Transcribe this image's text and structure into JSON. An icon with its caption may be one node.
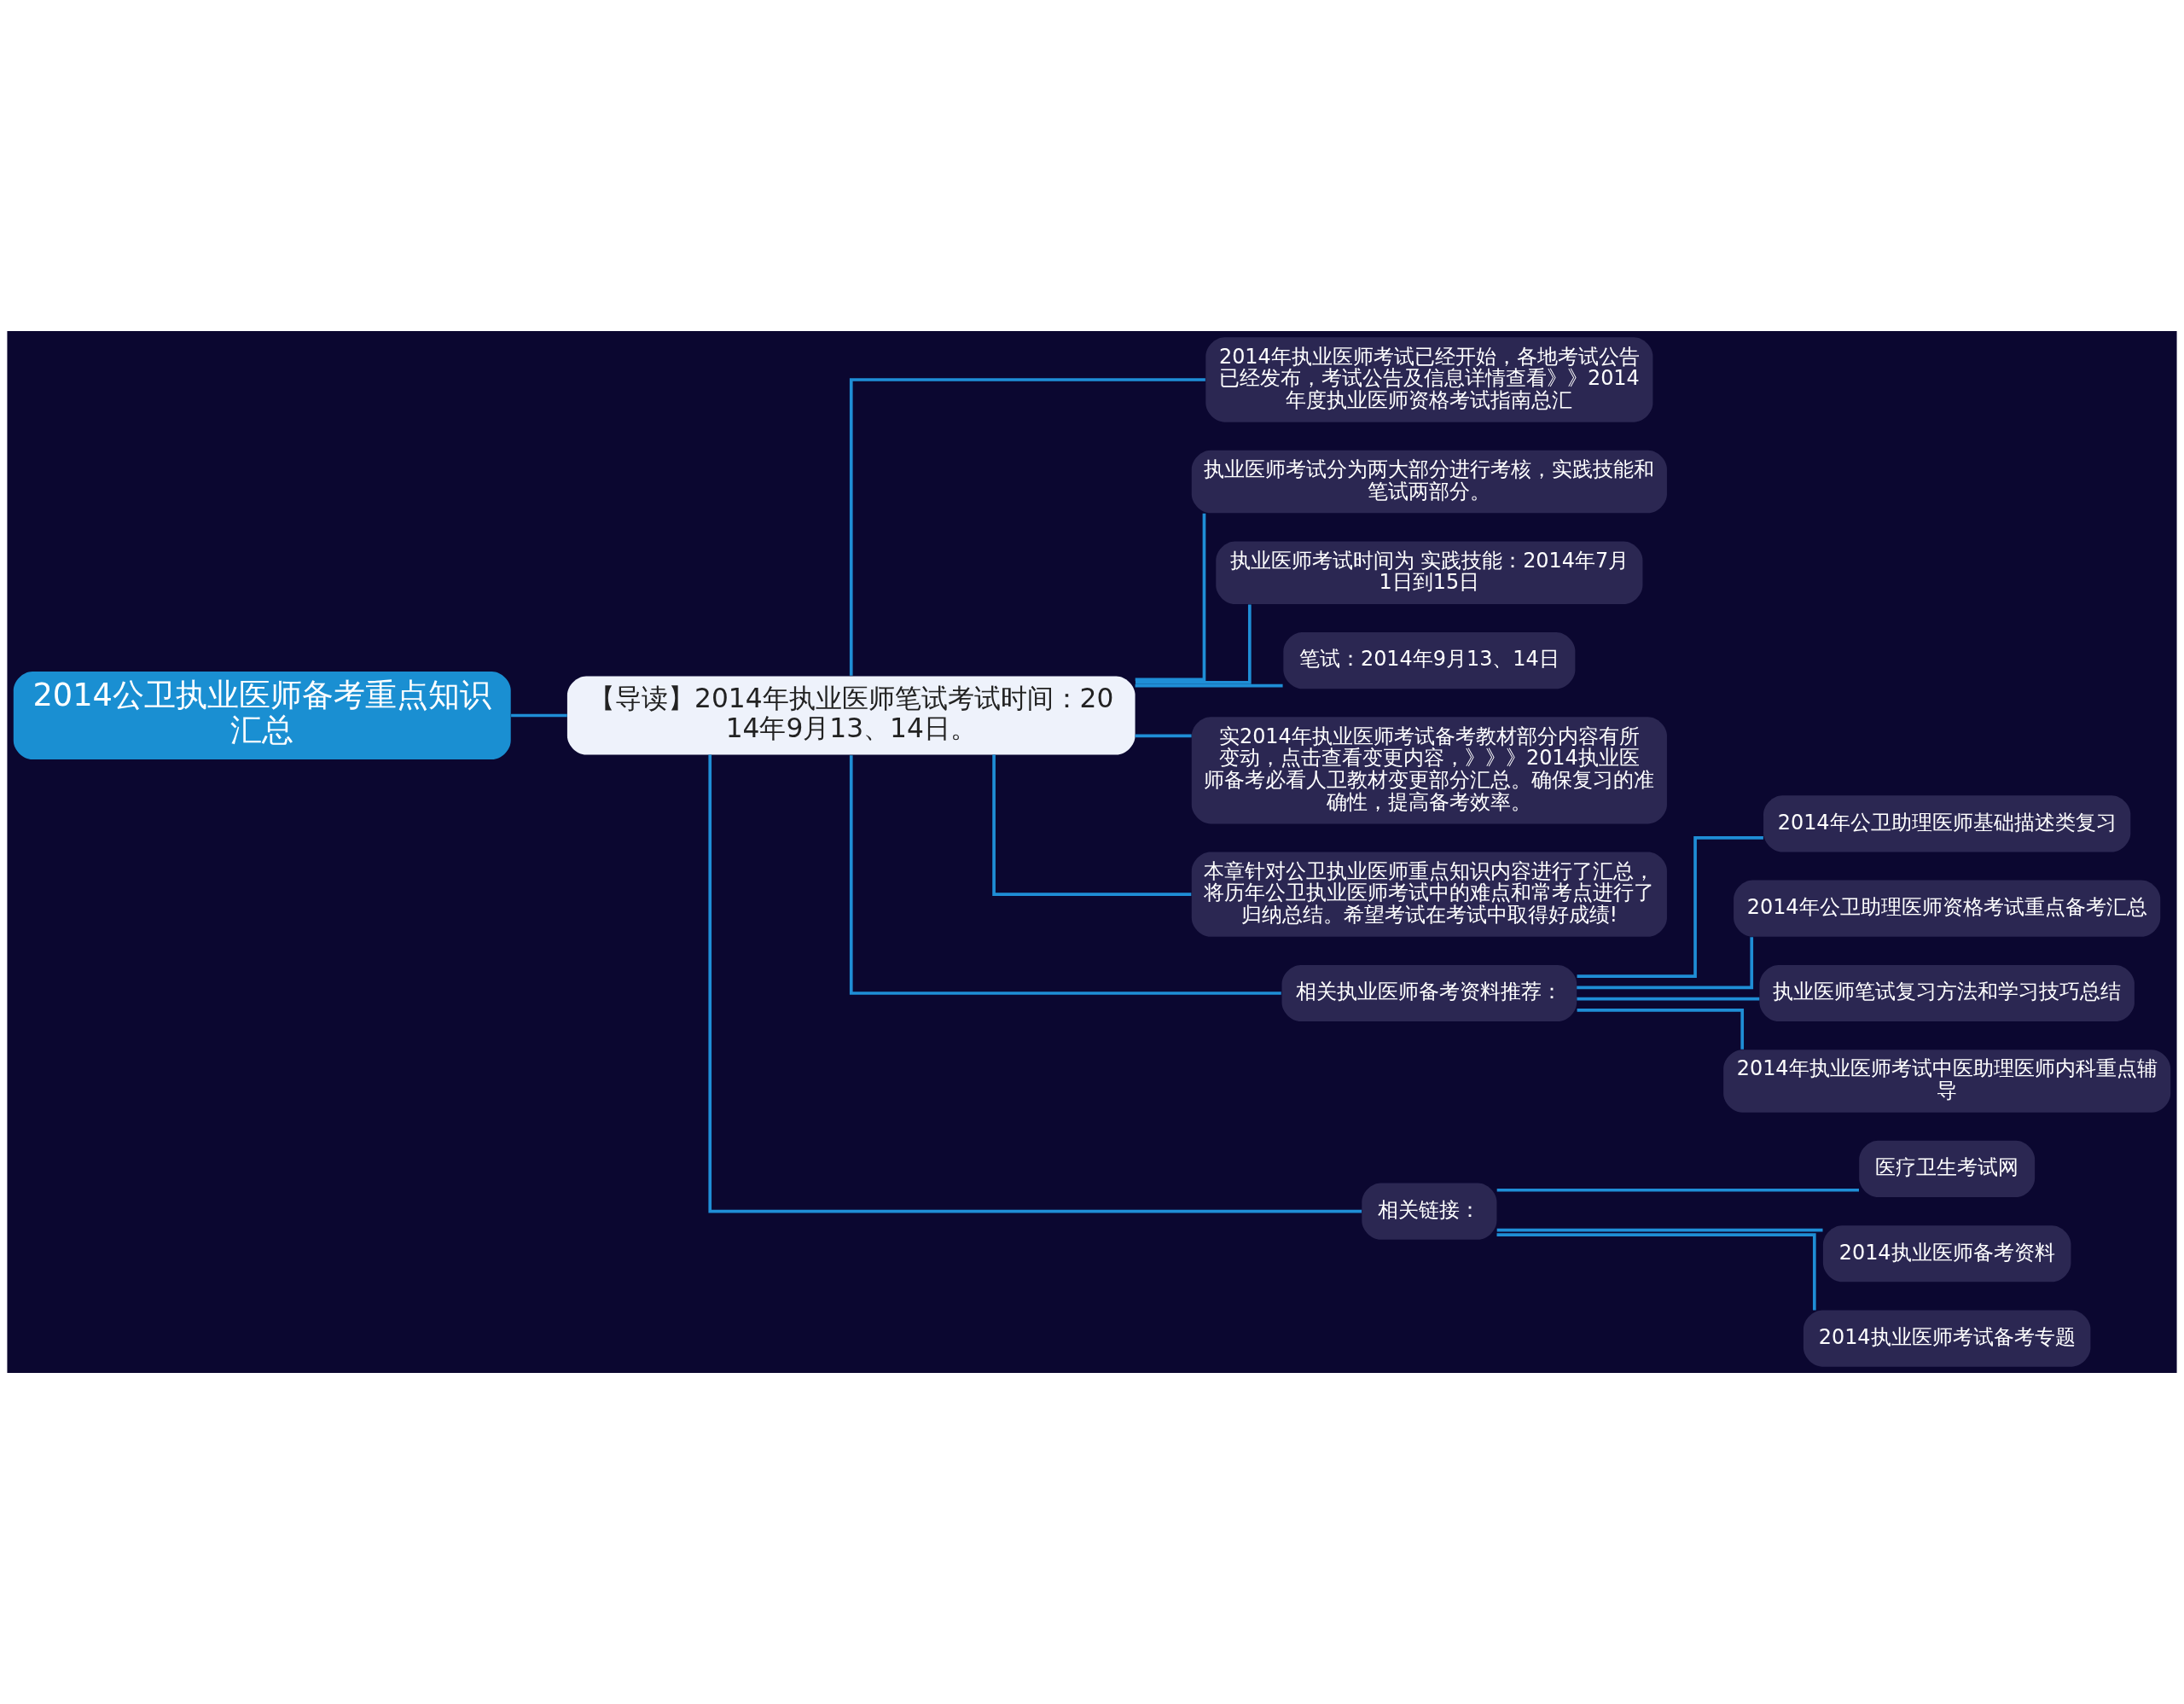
{
  "diagram": {
    "nodes": [
      {
        "text": [
          "2014公卫执业医师备考重点知识汇总"
        ]
      },
      {
        "text": [
          "【导读】2014年执业医师笔试考试时间：2014年9月13、14日。"
        ]
      },
      {
        "text": [
          "2014年执业医师考试已经开始，各地考试公告已经发布，考试公告及信息详情查看》》2014年度执业医师资格考试指南总汇"
        ]
      },
      {
        "text": [
          "执业医师考试分为两大部分进行考核，实践技能和笔试两部分。"
        ]
      },
      {
        "text": [
          "执业医师考试时间为 实践技能：2014年7月1日到15日"
        ]
      },
      {
        "text": [
          "笔试：2014年9月13、14日"
        ]
      },
      {
        "text": [
          "实2014年执业医师考试备考教材部分内容有所变动，点击查看变更内容，》》》2014执业医师备考必看人卫教材变更部分汇总。确保复习的准确性，提高备考效率。"
        ]
      },
      {
        "text": [
          "本章针对公卫执业医师重点知识内容进行了汇总，将历年公卫执业医师考试中的难点和常考点进行了归纳总结。希望考试在考试中取得好成绩!"
        ]
      },
      {
        "text": [
          "相关执业医师备考资料推荐："
        ]
      },
      {
        "text": [
          "2014年公卫助理医师基础描述类复习"
        ]
      },
      {
        "text": [
          "2014年公卫助理医师资格考试重点备考汇总"
        ]
      },
      {
        "text": [
          "执业医师笔试复习方法和学习技巧总结"
        ]
      },
      {
        "text": [
          "2014年执业医师考试中医助理医师内科重点辅导"
        ]
      },
      {
        "text": [
          "相关链接："
        ]
      },
      {
        "text": [
          "医疗卫生考试网"
        ]
      },
      {
        "text": [
          "2014执业医师备考资料"
        ]
      },
      {
        "text": [
          "2014执业医师考试备考专题"
        ]
      }
    ],
    "edges": [
      {
        "from": 0,
        "to": 1,
        "arrow": "none"
      },
      {
        "from": 1,
        "to": 2,
        "arrow": "none"
      },
      {
        "from": 1,
        "to": 3,
        "arrow": "none"
      },
      {
        "from": 1,
        "to": 4,
        "arrow": "none"
      },
      {
        "from": 1,
        "to": 5,
        "arrow": "none"
      },
      {
        "from": 1,
        "to": 6,
        "arrow": "none"
      },
      {
        "from": 1,
        "to": 7,
        "arrow": "none"
      },
      {
        "from": 1,
        "to": 8,
        "arrow": "none"
      },
      {
        "from": 1,
        "to": 13,
        "arrow": "none"
      },
      {
        "from": 8,
        "to": 9,
        "arrow": "none"
      },
      {
        "from": 8,
        "to": 10,
        "arrow": "none"
      },
      {
        "from": 8,
        "to": 11,
        "arrow": "none"
      },
      {
        "from": 8,
        "to": 12,
        "arrow": "none"
      },
      {
        "from": 13,
        "to": 14,
        "arrow": "none"
      },
      {
        "from": 13,
        "to": 15,
        "arrow": "none"
      },
      {
        "from": 13,
        "to": 16,
        "arrow": "none"
      }
    ]
  }
}
